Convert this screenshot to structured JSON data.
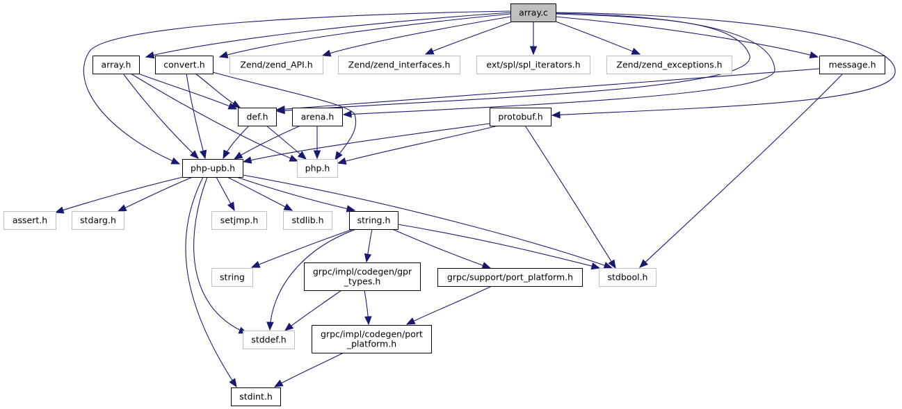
{
  "title": "array.c include dependency graph",
  "colors": {
    "edge": "#191970",
    "root_fill": "#bfbfbf",
    "documented_border": "#000000",
    "undocumented_border": "#bfbfbf"
  },
  "nodes": [
    {
      "id": "array_c",
      "label": [
        "array.c"
      ],
      "kind": "root"
    },
    {
      "id": "array_h",
      "label": [
        "array.h"
      ],
      "kind": "documented"
    },
    {
      "id": "convert_h",
      "label": [
        "convert.h"
      ],
      "kind": "documented"
    },
    {
      "id": "zend_api_h",
      "label": [
        "Zend/zend_API.h"
      ],
      "kind": "external"
    },
    {
      "id": "zend_interfaces_h",
      "label": [
        "Zend/zend_interfaces.h"
      ],
      "kind": "external"
    },
    {
      "id": "spl_iterators_h",
      "label": [
        "ext/spl/spl_iterators.h"
      ],
      "kind": "external"
    },
    {
      "id": "zend_exceptions_h",
      "label": [
        "Zend/zend_exceptions.h"
      ],
      "kind": "external"
    },
    {
      "id": "message_h",
      "label": [
        "message.h"
      ],
      "kind": "documented"
    },
    {
      "id": "def_h",
      "label": [
        "def.h"
      ],
      "kind": "documented"
    },
    {
      "id": "arena_h",
      "label": [
        "arena.h"
      ],
      "kind": "documented"
    },
    {
      "id": "protobuf_h",
      "label": [
        "protobuf.h"
      ],
      "kind": "documented"
    },
    {
      "id": "php_upb_h",
      "label": [
        "php-upb.h"
      ],
      "kind": "documented"
    },
    {
      "id": "php_h",
      "label": [
        "php.h"
      ],
      "kind": "external"
    },
    {
      "id": "assert_h",
      "label": [
        "assert.h"
      ],
      "kind": "external"
    },
    {
      "id": "stdarg_h",
      "label": [
        "stdarg.h"
      ],
      "kind": "external"
    },
    {
      "id": "setjmp_h",
      "label": [
        "setjmp.h"
      ],
      "kind": "external"
    },
    {
      "id": "stdlib_h",
      "label": [
        "stdlib.h"
      ],
      "kind": "external"
    },
    {
      "id": "string_h",
      "label": [
        "string.h"
      ],
      "kind": "documented"
    },
    {
      "id": "stdbool_h",
      "label": [
        "stdbool.h"
      ],
      "kind": "external"
    },
    {
      "id": "string",
      "label": [
        "string"
      ],
      "kind": "external"
    },
    {
      "id": "gpr_types_h",
      "label": [
        "grpc/impl/codegen/gpr",
        "_types.h"
      ],
      "kind": "documented"
    },
    {
      "id": "support_port_platform_h",
      "label": [
        "grpc/support/port_platform.h"
      ],
      "kind": "documented"
    },
    {
      "id": "stddef_h",
      "label": [
        "stddef.h"
      ],
      "kind": "external"
    },
    {
      "id": "codegen_port_platform_h",
      "label": [
        "grpc/impl/codegen/port",
        "_platform.h"
      ],
      "kind": "documented"
    },
    {
      "id": "stdint_h",
      "label": [
        "stdint.h"
      ],
      "kind": "documented"
    }
  ],
  "edges": [
    {
      "from": "array_c",
      "to": "array_h"
    },
    {
      "from": "array_c",
      "to": "convert_h"
    },
    {
      "from": "array_c",
      "to": "zend_api_h"
    },
    {
      "from": "array_c",
      "to": "zend_interfaces_h"
    },
    {
      "from": "array_c",
      "to": "spl_iterators_h"
    },
    {
      "from": "array_c",
      "to": "zend_exceptions_h"
    },
    {
      "from": "array_c",
      "to": "message_h"
    },
    {
      "from": "array_c",
      "to": "def_h"
    },
    {
      "from": "array_c",
      "to": "arena_h"
    },
    {
      "from": "array_c",
      "to": "protobuf_h"
    },
    {
      "from": "array_c",
      "to": "php_upb_h"
    },
    {
      "from": "array_h",
      "to": "def_h"
    },
    {
      "from": "array_h",
      "to": "php_upb_h"
    },
    {
      "from": "array_h",
      "to": "php_h"
    },
    {
      "from": "convert_h",
      "to": "def_h"
    },
    {
      "from": "convert_h",
      "to": "php_upb_h"
    },
    {
      "from": "convert_h",
      "to": "php_h"
    },
    {
      "from": "message_h",
      "to": "def_h"
    },
    {
      "from": "message_h",
      "to": "stdbool_h"
    },
    {
      "from": "def_h",
      "to": "php_upb_h"
    },
    {
      "from": "def_h",
      "to": "php_h"
    },
    {
      "from": "arena_h",
      "to": "php_upb_h"
    },
    {
      "from": "arena_h",
      "to": "php_h"
    },
    {
      "from": "protobuf_h",
      "to": "php_upb_h"
    },
    {
      "from": "protobuf_h",
      "to": "php_h"
    },
    {
      "from": "protobuf_h",
      "to": "stdbool_h"
    },
    {
      "from": "php_upb_h",
      "to": "assert_h"
    },
    {
      "from": "php_upb_h",
      "to": "stdarg_h"
    },
    {
      "from": "php_upb_h",
      "to": "setjmp_h"
    },
    {
      "from": "php_upb_h",
      "to": "stdlib_h"
    },
    {
      "from": "php_upb_h",
      "to": "string_h"
    },
    {
      "from": "php_upb_h",
      "to": "stdbool_h"
    },
    {
      "from": "php_upb_h",
      "to": "stddef_h"
    },
    {
      "from": "php_upb_h",
      "to": "stdint_h"
    },
    {
      "from": "string_h",
      "to": "string"
    },
    {
      "from": "string_h",
      "to": "gpr_types_h"
    },
    {
      "from": "string_h",
      "to": "support_port_platform_h"
    },
    {
      "from": "string_h",
      "to": "stdbool_h"
    },
    {
      "from": "string_h",
      "to": "stddef_h"
    },
    {
      "from": "gpr_types_h",
      "to": "stddef_h"
    },
    {
      "from": "gpr_types_h",
      "to": "codegen_port_platform_h"
    },
    {
      "from": "support_port_platform_h",
      "to": "codegen_port_platform_h"
    },
    {
      "from": "codegen_port_platform_h",
      "to": "stdint_h"
    }
  ]
}
